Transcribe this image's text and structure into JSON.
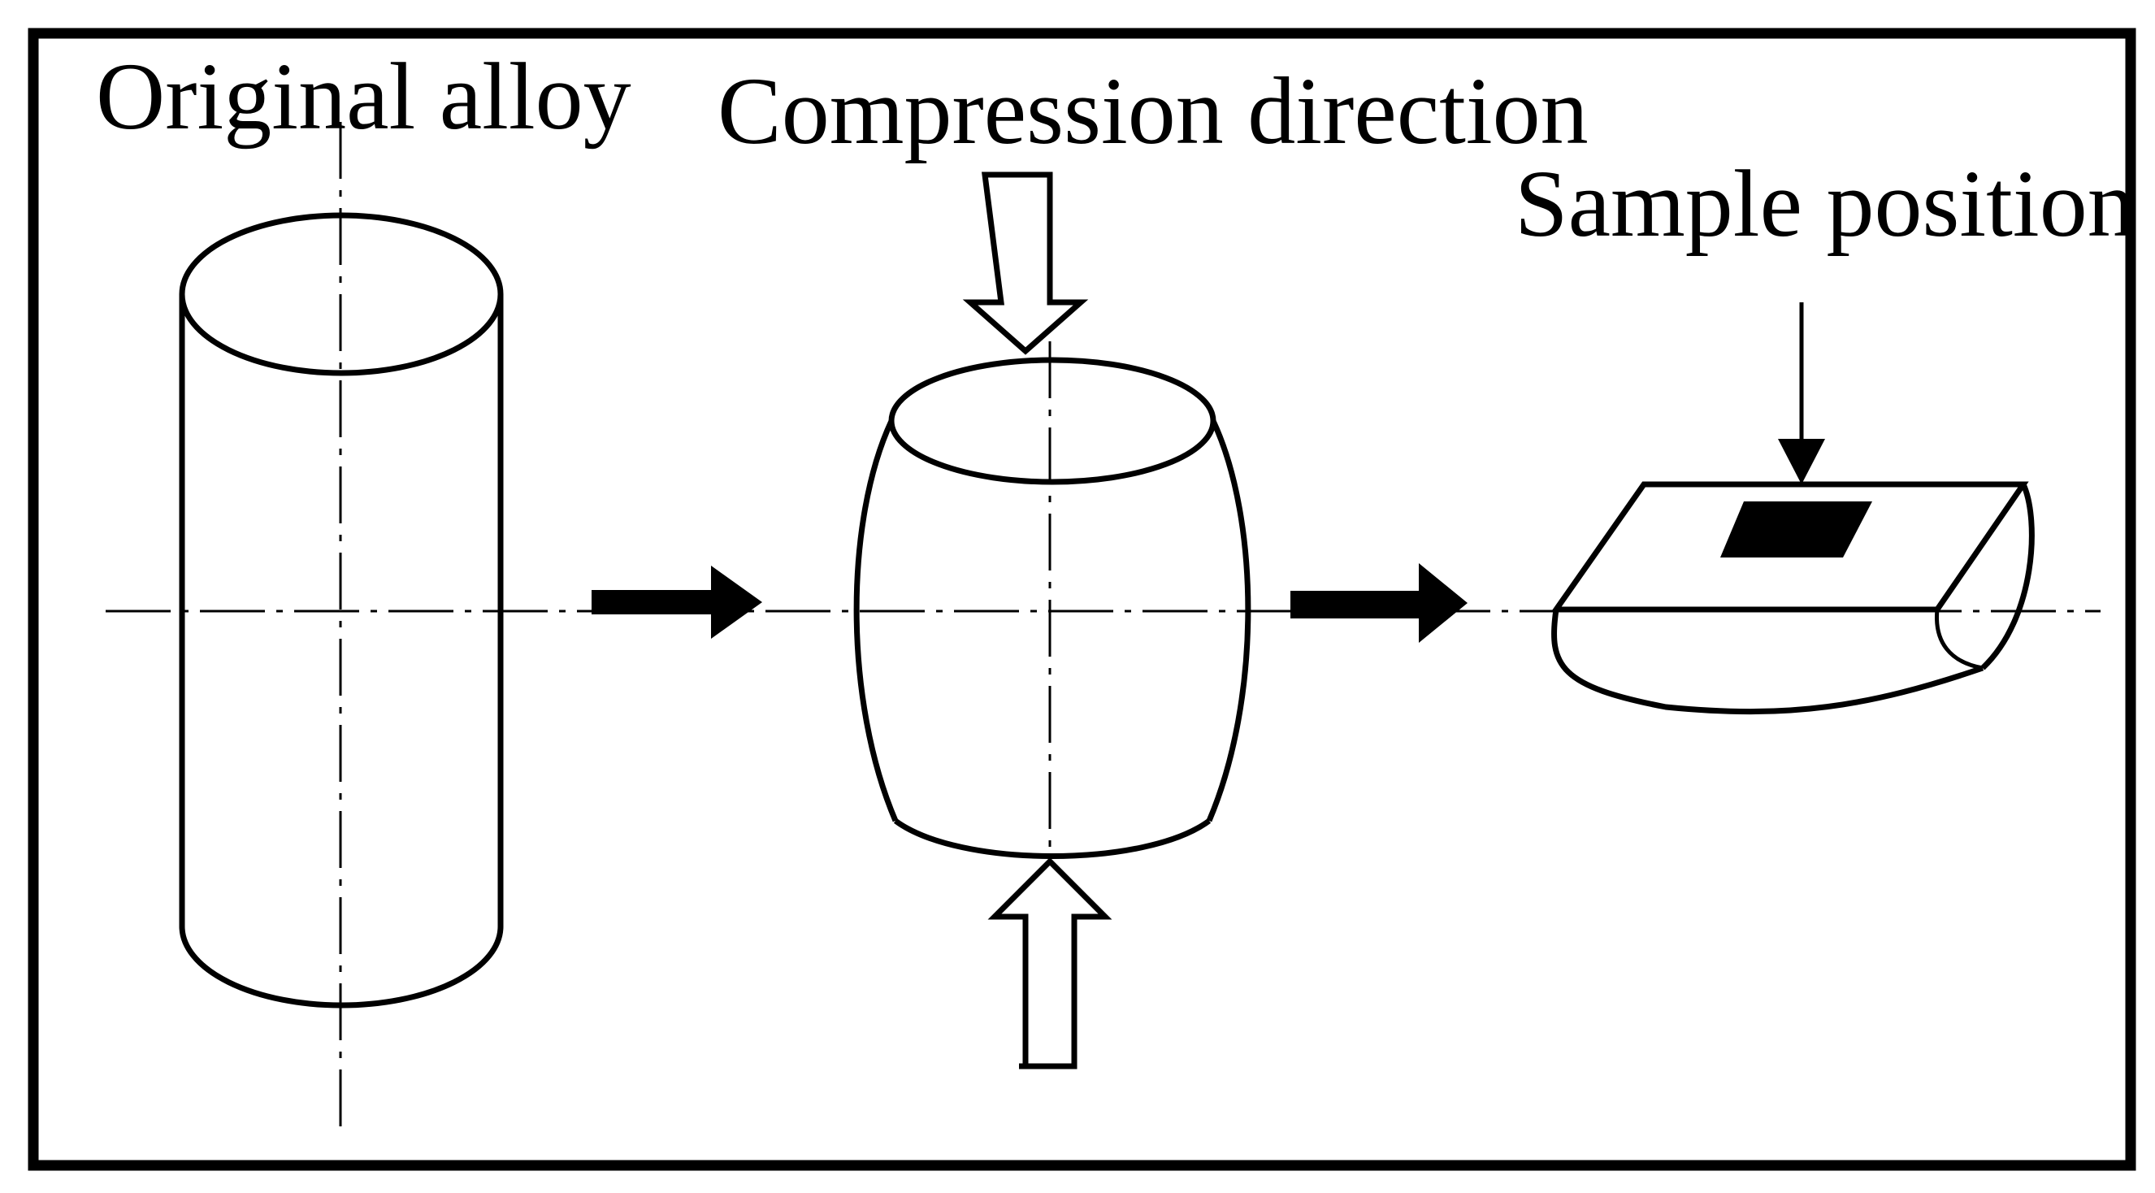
{
  "labels": {
    "original_alloy": "Original alloy",
    "compression_direction": "Compression direction",
    "sample_position": "Sample position"
  },
  "colors": {
    "ink": "#000000",
    "background": "#ffffff"
  }
}
